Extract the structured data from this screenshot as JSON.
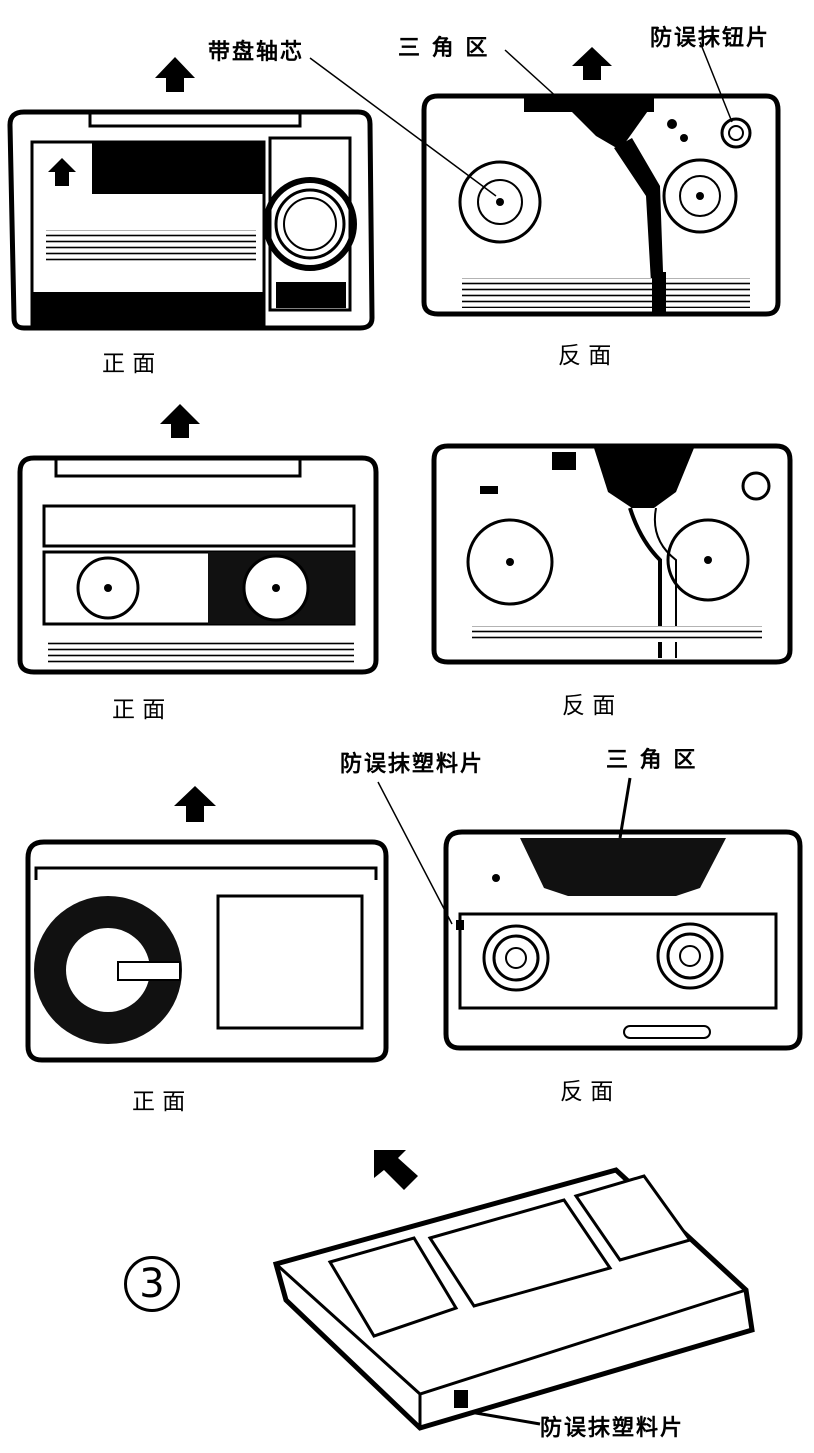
{
  "labels": {
    "reel_hub": "带盘轴芯",
    "triangle_zone_top": "三 角 区",
    "erase_tab_top": "防误抹钮片",
    "erase_plastic_mid": "防误抹塑料片",
    "triangle_zone_mid": "三 角 区",
    "erase_plastic_bottom": "防误抹塑料片"
  },
  "captions": {
    "row1_front": "正  面",
    "row1_back": "反  面",
    "row2_front": "正  面",
    "row2_back": "反  面",
    "row3_front": "正  面",
    "row3_back": "反  面"
  },
  "figure_number": "3",
  "colors": {
    "ink": "#000000",
    "paper": "#ffffff"
  }
}
